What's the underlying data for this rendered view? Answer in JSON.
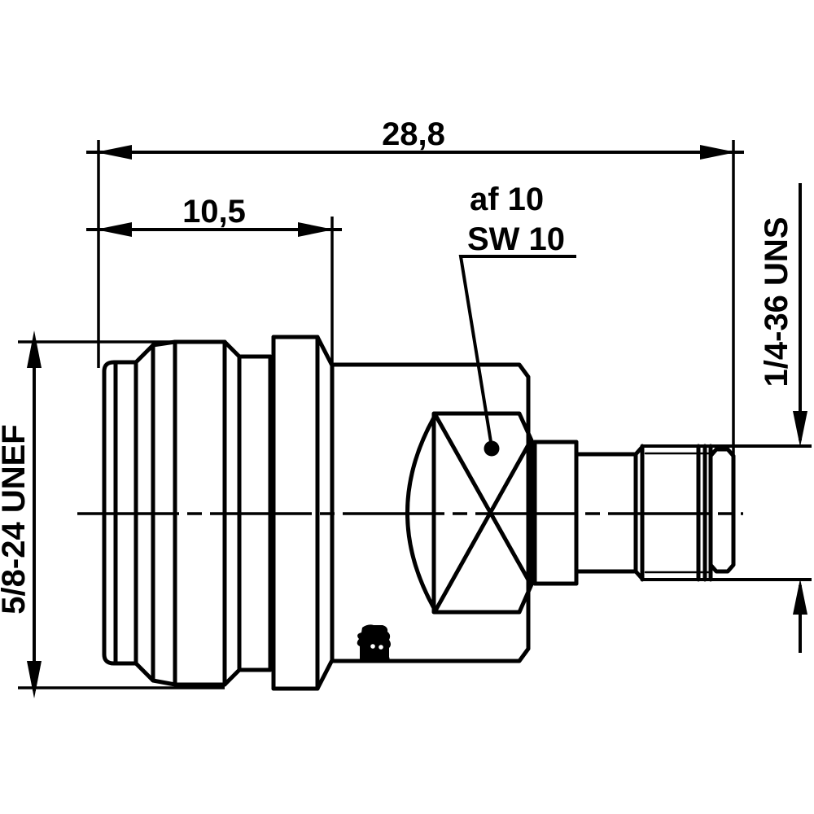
{
  "drawing": {
    "type": "connector-adapter-dimension-drawing",
    "dimensions": {
      "overall_length": "28,8",
      "body_length": "10,5",
      "left_thread_spec": "5/8-24 UNEF",
      "right_thread_spec": "1/4-36 UNS",
      "hex_label_af": "af 10",
      "hex_label_sw": "SW 10"
    },
    "colors": {
      "line": "#000000",
      "background": "#ffffff"
    }
  }
}
